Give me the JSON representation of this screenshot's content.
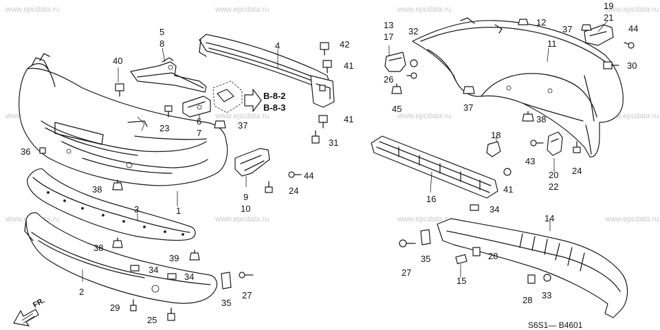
{
  "watermark": "www.epcdata.ru",
  "diagram_code": "S6S1— B4601",
  "direction_label": "FR.",
  "references": [
    "B-8-2",
    "B-8-3"
  ],
  "callouts": {
    "c1": "1",
    "c2": "2",
    "c3": "3",
    "c4": "4",
    "c5": "5",
    "c6": "6",
    "c7": "7",
    "c8": "8",
    "c9": "9",
    "c10": "10",
    "c11": "11",
    "c12": "12",
    "c13": "13",
    "c14": "14",
    "c15": "15",
    "c16": "16",
    "c17": "17",
    "c18": "18",
    "c19": "19",
    "c20": "20",
    "c21": "21",
    "c22": "22",
    "c23": "23",
    "c24a": "24",
    "c24b": "24",
    "c25": "25",
    "c26": "26",
    "c27a": "27",
    "c27b": "27",
    "c28a": "28",
    "c28b": "28",
    "c29": "29",
    "c30": "30",
    "c31": "31",
    "c32": "32",
    "c33": "33",
    "c34a": "34",
    "c34b": "34",
    "c34c": "34",
    "c35a": "35",
    "c35b": "35",
    "c36": "36",
    "c37a": "37",
    "c37b": "37",
    "c37c": "37",
    "c38a": "38",
    "c38b": "38",
    "c38c": "38",
    "c39": "39",
    "c40": "40",
    "c41a": "41",
    "c41b": "41",
    "c41c": "41",
    "c42": "42",
    "c43": "43",
    "c44a": "44",
    "c44b": "44",
    "c45": "45"
  },
  "icons": {
    "direction_arrow": "hatched-arrow-icon",
    "reference_arrow": "outline-arrow-icon"
  }
}
